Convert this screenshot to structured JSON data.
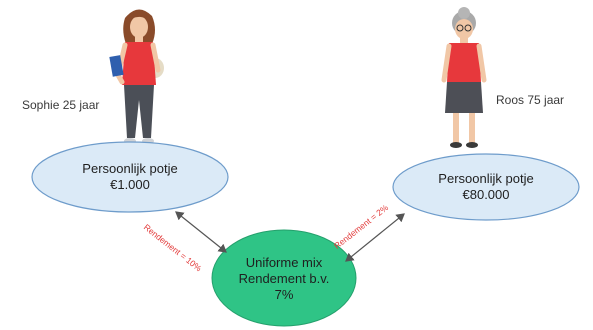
{
  "people": [
    {
      "name_label": "Sophie 25 jaar",
      "icon": "young-woman-figure-icon"
    },
    {
      "name_label": "Roos 75 jaar",
      "icon": "elderly-woman-figure-icon"
    }
  ],
  "nodes": {
    "sophie_pot": {
      "line1": "Persoonlijk potje",
      "line2": "€1.000",
      "fill": "#dbeaf7",
      "stroke": "#6e9ccb"
    },
    "roos_pot": {
      "line1": "Persoonlijk potje",
      "line2": "€80.000",
      "fill": "#dbeaf7",
      "stroke": "#6e9ccb"
    },
    "mix": {
      "line1": "Uniforme mix",
      "line2": "Rendement b.v.",
      "line3": "7%",
      "fill": "#2fc486",
      "stroke": "#24a06c"
    }
  },
  "edges": {
    "sophie_label": "Rendement = 10%",
    "roos_label": "Rendement = 2%",
    "label_color": "#e23b3b"
  }
}
